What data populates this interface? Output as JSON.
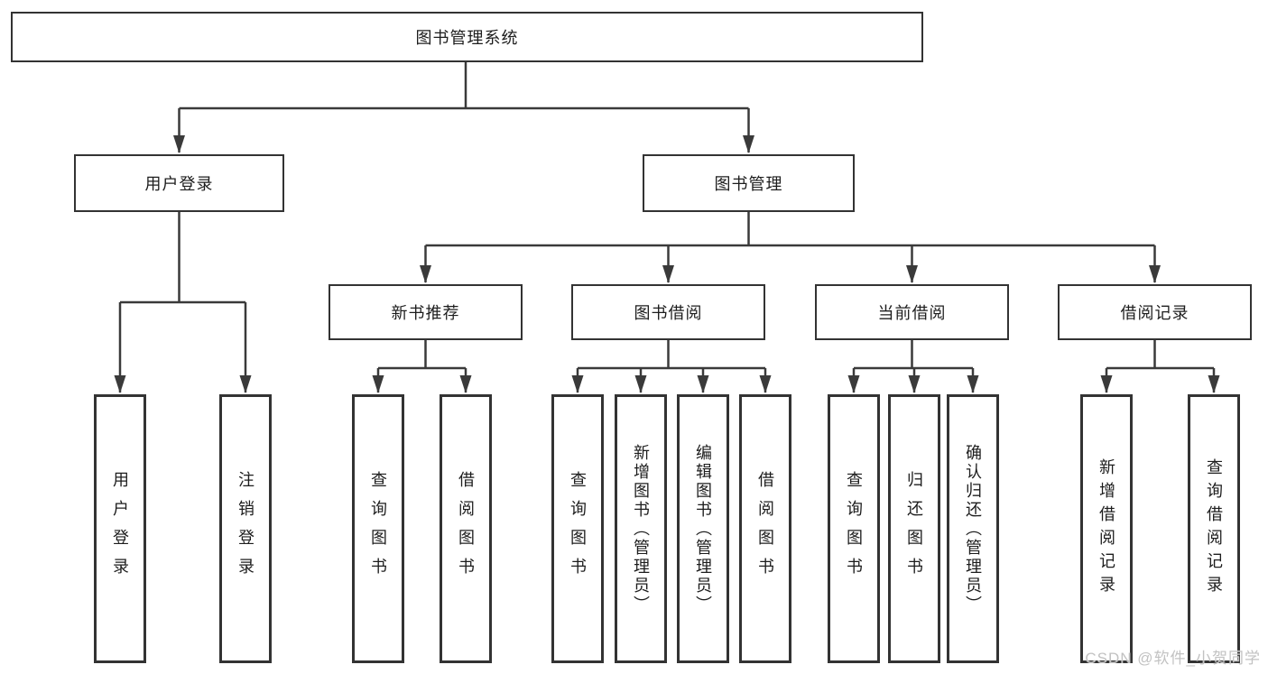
{
  "tree": {
    "root": {
      "label": "图书管理系统"
    },
    "children": [
      {
        "label": "用户登录",
        "leaves": [
          {
            "label": "用户登录"
          },
          {
            "label": "注销登录"
          }
        ]
      },
      {
        "label": "图书管理",
        "children": [
          {
            "label": "新书推荐",
            "leaves": [
              {
                "label": "查询图书"
              },
              {
                "label": "借阅图书"
              }
            ]
          },
          {
            "label": "图书借阅",
            "leaves": [
              {
                "label": "查询图书"
              },
              {
                "label": "新增图书（管理员）"
              },
              {
                "label": "编辑图书（管理员）"
              },
              {
                "label": "借阅图书"
              }
            ]
          },
          {
            "label": "当前借阅",
            "leaves": [
              {
                "label": "查询图书"
              },
              {
                "label": "归还图书"
              },
              {
                "label": "确认归还（管理员）"
              }
            ]
          },
          {
            "label": "借阅记录",
            "leaves": [
              {
                "label": "新增借阅记录"
              },
              {
                "label": "查询借阅记录"
              }
            ]
          }
        ]
      }
    ]
  },
  "watermark": {
    "text": "CSDN @软件_小贺同学"
  },
  "colors": {
    "line-color": "#3a3a3a",
    "border-color": "#333333",
    "text-color": "#1d1d1d",
    "bg-color": "#ffffff",
    "watermark-color": "#c2c2c2"
  }
}
